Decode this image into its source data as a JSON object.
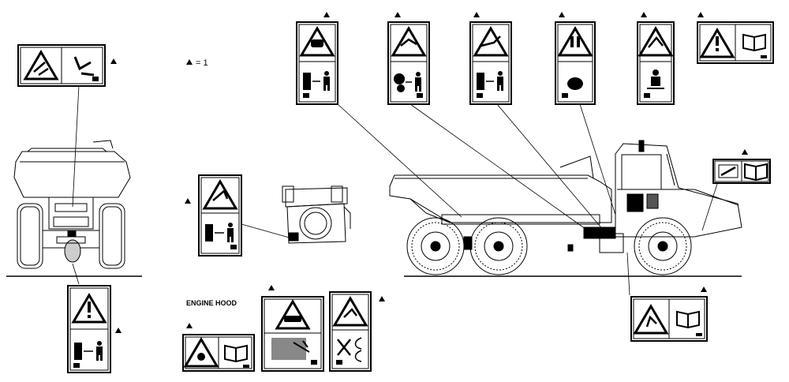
{
  "legend": {
    "marker": "▲",
    "text": "= 1"
  },
  "labels": {
    "engine_hood": "ENGINE HOOD"
  },
  "decals": [
    {
      "id": "rear-top",
      "type": "pictogram-pair",
      "marker": "▲"
    },
    {
      "id": "rear-bottom",
      "type": "portrait",
      "marker": "▲"
    },
    {
      "id": "center-left",
      "type": "portrait",
      "marker": "▲"
    },
    {
      "id": "top-1",
      "type": "portrait",
      "marker": "▲"
    },
    {
      "id": "top-2",
      "type": "portrait",
      "marker": "▲"
    },
    {
      "id": "top-3",
      "type": "portrait",
      "marker": "▲"
    },
    {
      "id": "top-4",
      "type": "portrait",
      "marker": "▲"
    },
    {
      "id": "top-5",
      "type": "portrait",
      "marker": "▲"
    },
    {
      "id": "top-right",
      "type": "warning-manual",
      "marker": "▲"
    },
    {
      "id": "cab-right",
      "type": "pictogram-pair",
      "marker": "▲"
    },
    {
      "id": "lower-right",
      "type": "warning-manual",
      "marker": "▲"
    },
    {
      "id": "hood-1",
      "type": "pictogram-pair",
      "marker": "▲"
    },
    {
      "id": "hood-2",
      "type": "portrait",
      "marker": "▲"
    },
    {
      "id": "hood-3",
      "type": "portrait",
      "marker": "▲"
    }
  ]
}
